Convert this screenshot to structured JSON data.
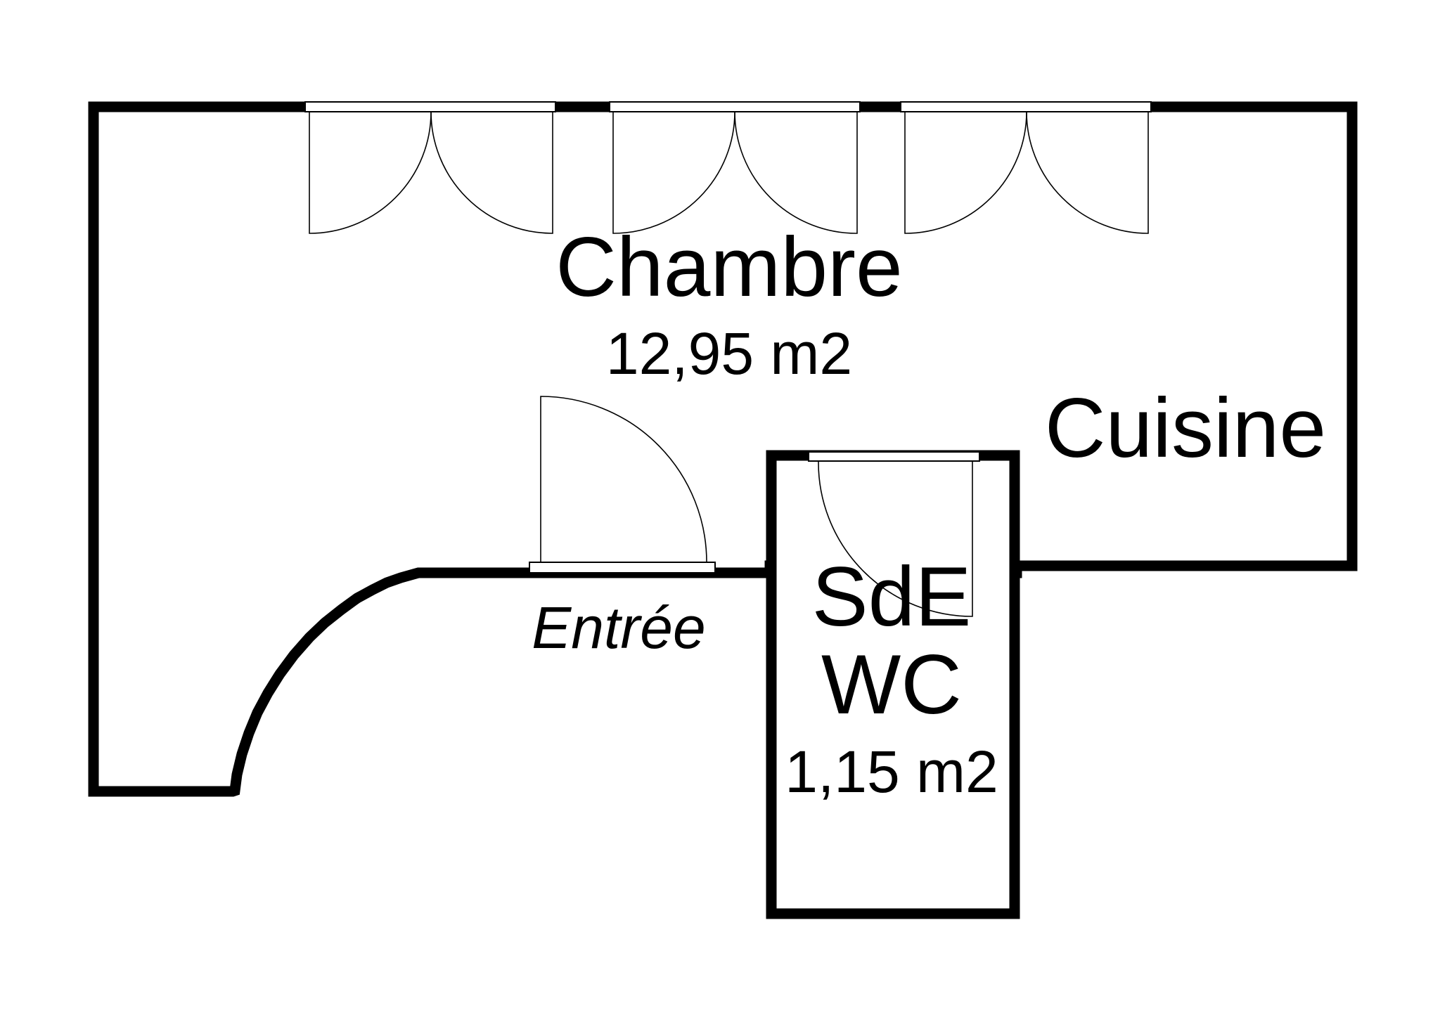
{
  "rooms": {
    "chambre": {
      "name": "Chambre",
      "area": "12,95 m2"
    },
    "cuisine": {
      "name": "Cuisine"
    },
    "entree": {
      "name": "Entrée"
    },
    "sde": {
      "name_line1": "SdE",
      "name_line2": "WC",
      "area": "1,15 m2"
    }
  },
  "colors": {
    "wall": "#000000",
    "background": "#ffffff"
  }
}
